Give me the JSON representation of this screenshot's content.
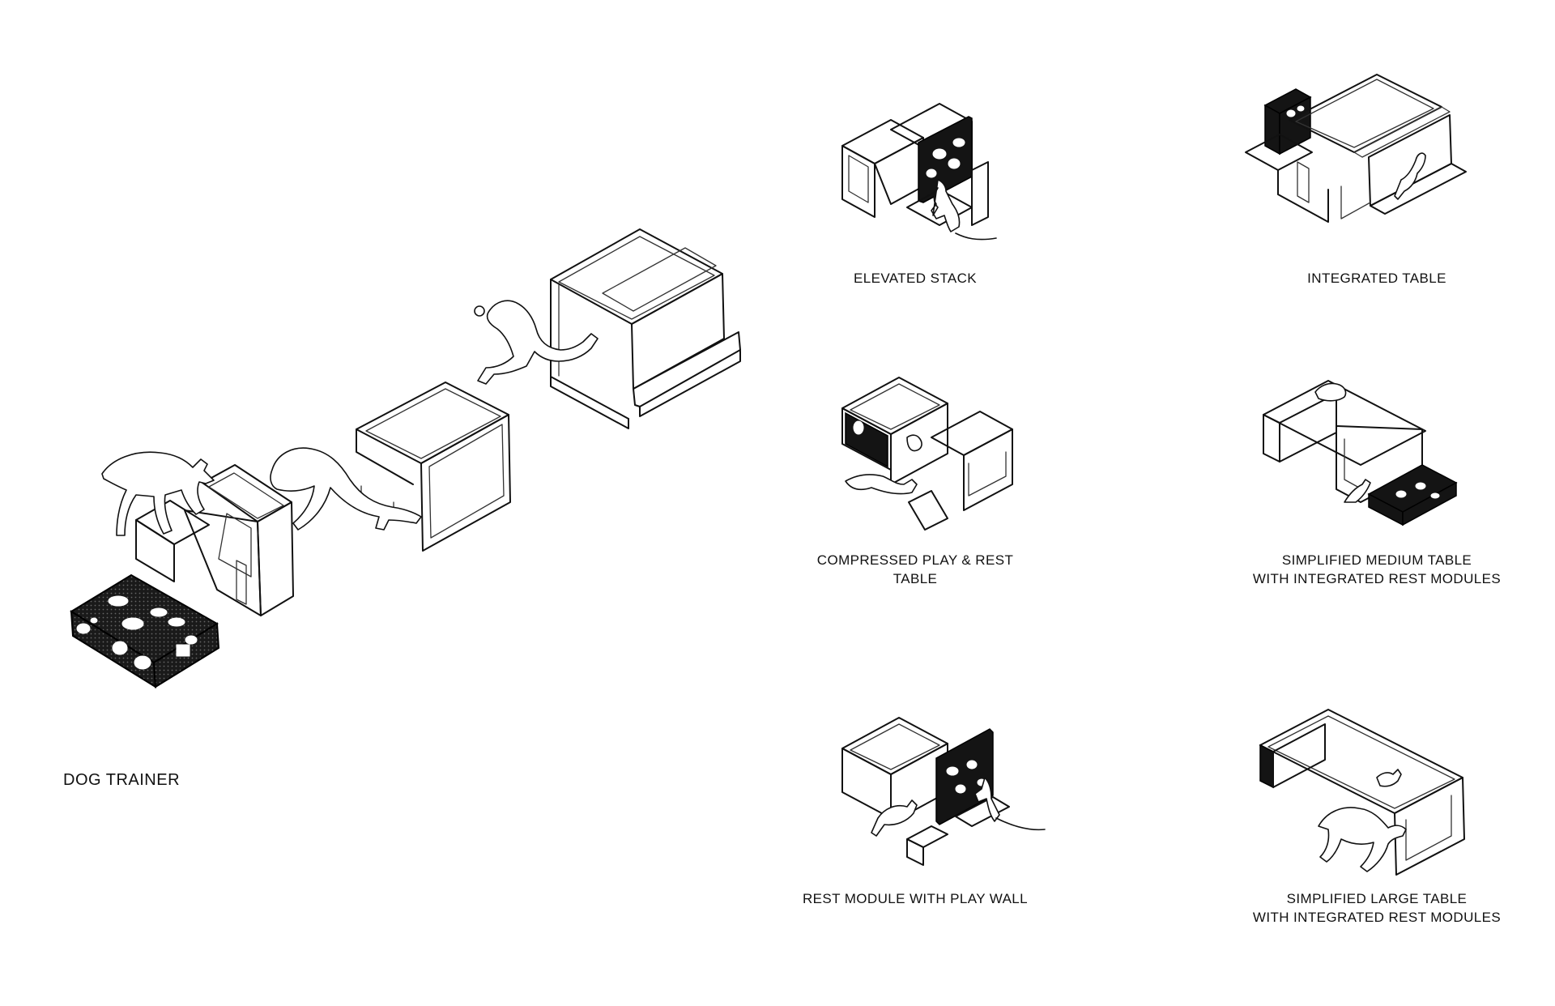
{
  "dog_trainer": {
    "label": "DOG TRAINER"
  },
  "configurations": [
    {
      "id": "elevated-stack",
      "lines": [
        "ELEVATED STACK"
      ]
    },
    {
      "id": "integrated-table",
      "lines": [
        "INTEGRATED TABLE"
      ]
    },
    {
      "id": "compressed-play-rest-table",
      "lines": [
        "COMPRESSED PLAY & REST",
        "TABLE"
      ]
    },
    {
      "id": "simplified-medium-table",
      "lines": [
        "SIMPLIFIED MEDIUM TABLE",
        "WITH INTEGRATED REST MODULES"
      ]
    },
    {
      "id": "rest-module-play-wall",
      "lines": [
        "REST MODULE WITH PLAY WALL"
      ]
    },
    {
      "id": "simplified-large-table",
      "lines": [
        "SIMPLIFIED LARGE TABLE",
        "WITH INTEGRATED REST MODULES"
      ]
    }
  ]
}
